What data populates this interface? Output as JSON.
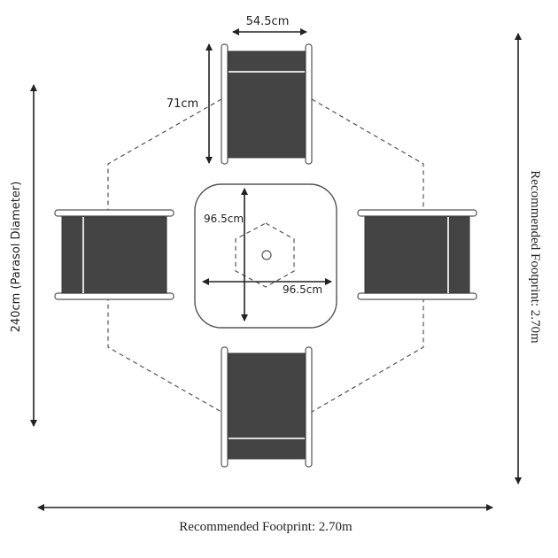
{
  "dimensions": {
    "chair_width": "54.5cm",
    "chair_depth": "71cm",
    "table_depth": "96.5cm",
    "table_width": "96.5cm",
    "parasol_diameter": "240cm (Parasol Diameter)",
    "footprint_vertical": "Recommended Footprint: 2.70m",
    "footprint_horizontal": "Recommended Footprint: 2.70m"
  },
  "colors": {
    "seat": "#444444",
    "line": "#222222"
  }
}
